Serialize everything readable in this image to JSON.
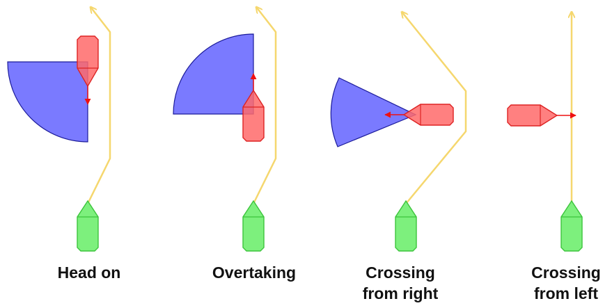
{
  "scenarios": [
    {
      "caption": "Head on"
    },
    {
      "caption": "Overtaking"
    },
    {
      "caption_line1": "Crossing",
      "caption_line2": "from right"
    },
    {
      "caption_line1": "Crossing",
      "caption_line2": "from left"
    }
  ],
  "colors": {
    "own_vessel_fill": "#7df07d",
    "own_vessel_stroke": "#3cc43c",
    "other_vessel_fill": "#ff7f7f",
    "other_vessel_stroke": "#dd2222",
    "sector_fill": "#7b7bff",
    "sector_stroke": "#1a1a99",
    "path_color": "#f5d76e",
    "arrow_color": "#ee1111"
  },
  "icons": {
    "own_vessel": "green-boat-icon",
    "other_vessel": "red-boat-icon",
    "sector": "blue-sector-shape",
    "path": "yellow-path-arrow"
  }
}
